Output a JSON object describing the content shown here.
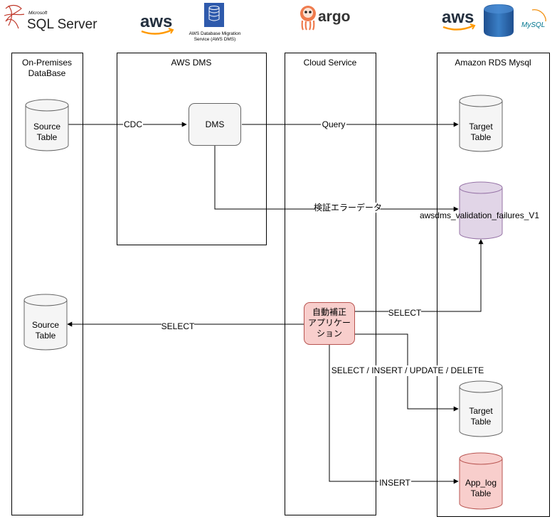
{
  "logos": {
    "sqlserver_small": "Microsoft",
    "sqlserver": "SQL Server",
    "aws1": "aws",
    "dms_service_line1": "AWS Database Migration",
    "dms_service_line2": "Service (AWS DMS)",
    "argo": "argo",
    "aws2": "aws",
    "mysql": "MySQL"
  },
  "lanes": {
    "onprem_line1": "On-Premises",
    "onprem_line2": "DataBase",
    "awsdms": "AWS DMS",
    "cloud": "Cloud Service",
    "rds": "Amazon RDS Mysql"
  },
  "nodes": {
    "source1_line1": "Source",
    "source1_line2": "Table",
    "dms": "DMS",
    "target1_line1": "Target",
    "target1_line2": "Table",
    "failures": "awsdms_validation_failures_V1",
    "source2_line1": "Source",
    "source2_line2": "Table",
    "app_line1": "自動補正",
    "app_line2": "アプリケー",
    "app_line3": "ション",
    "target2_line1": "Target",
    "target2_line2": "Table",
    "applog_line1": "App_log",
    "applog_line2": "Table"
  },
  "edges": {
    "cdc": "CDC",
    "query": "Query",
    "validation_error": "検証エラーデータ",
    "select_failures": "SELECT",
    "select_source": "SELECT",
    "crud": "SELECT / INSERT / UPDATE / DELETE",
    "insert": "INSERT"
  },
  "colors": {
    "db_gray": "#f5f5f5",
    "db_purple": "#e1d5e7",
    "db_purple_stroke": "#9673a6",
    "app_red": "#f8cecc",
    "app_red_stroke": "#b85450",
    "dms_box": "#f5f5f5",
    "aws_orange": "#ff9900",
    "rds_blue": "#2e73b8",
    "dms_icon_blue": "#2e5aac",
    "sqlserver_red": "#c0392b",
    "argo_orange": "#ef7b4d",
    "mysql_blue": "#00758f"
  }
}
